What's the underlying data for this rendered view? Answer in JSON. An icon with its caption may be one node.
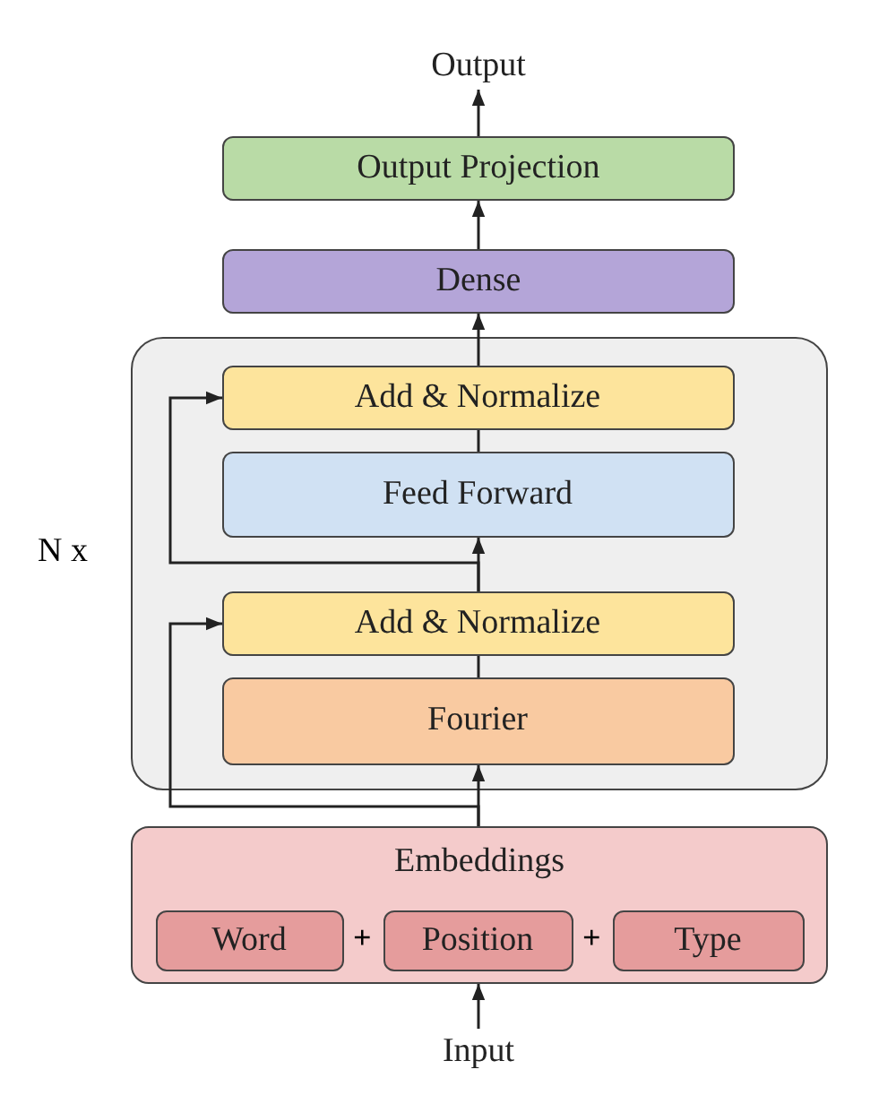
{
  "diagram": {
    "nodes": [
      {
        "text": [
          "Output"
        ]
      },
      {
        "text": [
          "Output Projection"
        ]
      },
      {
        "text": [
          "Dense"
        ]
      },
      {
        "text": [],
        "shape": "box",
        "beside": [
          "N x"
        ]
      },
      {
        "text": [
          "Add & Normalize"
        ],
        "in": 3
      },
      {
        "text": [
          "Feed Forward"
        ],
        "in": 3
      },
      {
        "text": [
          "Add & Normalize"
        ],
        "in": 3
      },
      {
        "text": [
          "Fourier"
        ],
        "in": 3
      },
      {
        "text": [
          "Embeddings"
        ]
      },
      {
        "text": [
          "Word"
        ],
        "in": 8
      },
      {
        "text": [
          "Position"
        ],
        "in": 8
      },
      {
        "text": [
          "Type"
        ],
        "in": 8
      },
      {
        "text": [
          "Input"
        ]
      }
    ],
    "edges": [
      {
        "from": 12,
        "to": 8,
        "arrow": "to"
      },
      {
        "from": 8,
        "to": 7,
        "arrow": "to"
      },
      {
        "from": 8,
        "to": 6,
        "arrow": "to"
      },
      {
        "from": 7,
        "to": 6,
        "arrow": "none"
      },
      {
        "from": 6,
        "to": 5,
        "arrow": "to"
      },
      {
        "from": 6,
        "to": 4,
        "arrow": "to"
      },
      {
        "from": 5,
        "to": 4,
        "arrow": "none"
      },
      {
        "from": 4,
        "to": 2,
        "arrow": "to"
      },
      {
        "from": 2,
        "to": 1,
        "arrow": "to"
      },
      {
        "from": 1,
        "to": 0,
        "arrow": "to"
      }
    ],
    "labels": [
      "+",
      "+"
    ]
  }
}
